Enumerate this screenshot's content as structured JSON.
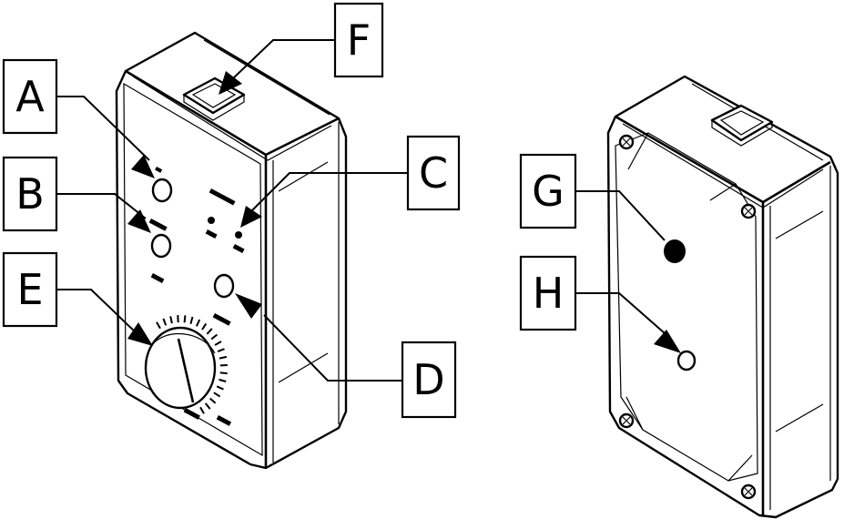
{
  "labels": {
    "A": "A",
    "B": "B",
    "C": "C",
    "D": "D",
    "E": "E",
    "F": "F",
    "G": "G",
    "H": "H"
  },
  "colors": {
    "line": "#000000",
    "background": "#ffffff"
  }
}
